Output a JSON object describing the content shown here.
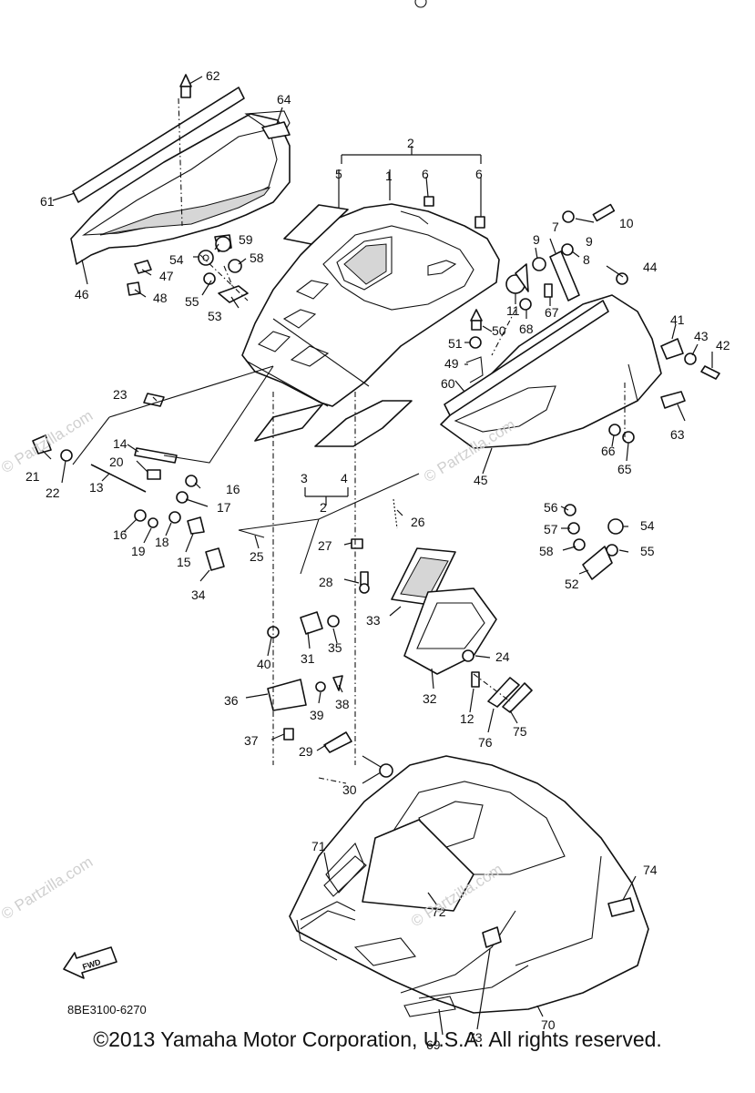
{
  "diagram_code": "8BE3100-6270",
  "fwd_label": "FWD",
  "copyright": "©2013 Yamaha Motor Corporation, U.S.A. All rights reserved.",
  "watermark": "© Partzilla.com",
  "callouts": [
    "1",
    "2",
    "3",
    "4",
    "5",
    "6",
    "7",
    "8",
    "9",
    "10",
    "11",
    "12",
    "13",
    "14",
    "15",
    "16",
    "17",
    "18",
    "19",
    "20",
    "21",
    "22",
    "23",
    "24",
    "25",
    "26",
    "27",
    "28",
    "29",
    "30",
    "31",
    "32",
    "33",
    "34",
    "35",
    "36",
    "37",
    "38",
    "39",
    "40",
    "41",
    "42",
    "43",
    "44",
    "45",
    "46",
    "47",
    "48",
    "49",
    "50",
    "51",
    "52",
    "53",
    "54",
    "55",
    "56",
    "57",
    "58",
    "59",
    "60",
    "61",
    "62",
    "63",
    "64",
    "65",
    "66",
    "67",
    "68",
    "69",
    "70",
    "71",
    "72",
    "73",
    "74",
    "75",
    "76"
  ]
}
